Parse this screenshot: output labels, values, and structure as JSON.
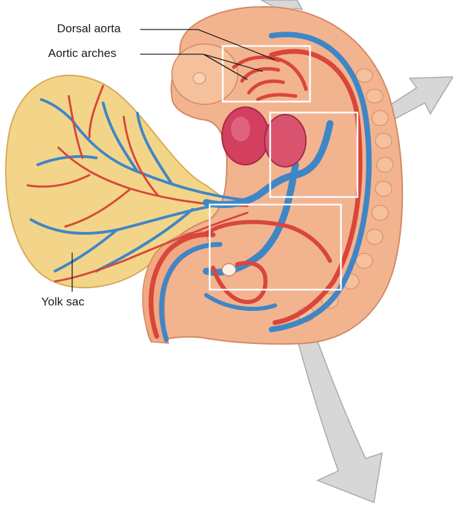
{
  "labels": {
    "dorsal_aorta": "Dorsal aorta",
    "aortic_arches": "Aortic arches",
    "yolk_sac": "Yolk sac"
  },
  "colors": {
    "embryo_skin": "#f2b48f",
    "embryo_shadow": "#e39a72",
    "yolk_sac": "#f3d58a",
    "artery": "#d9463a",
    "vein": "#3f86c6",
    "heart": "#d23f5f",
    "callout_box": "#ffffff",
    "arrow_fill": "#d7d7d7",
    "arrow_stroke": "#a8a8a8",
    "leader_line": "#1a1a1a"
  }
}
